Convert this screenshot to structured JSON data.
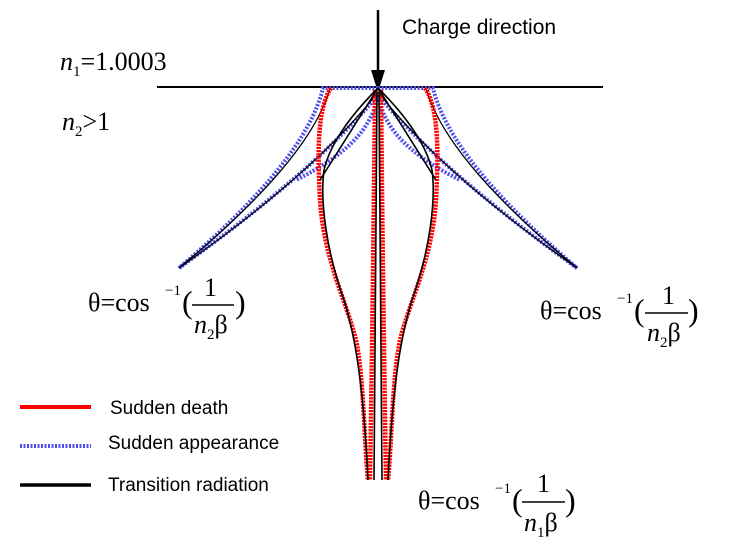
{
  "charge_direction_label": "Charge direction",
  "medium_1": {
    "symbol": "n",
    "subscript": "1",
    "relation": "=1.0003"
  },
  "medium_2": {
    "symbol": "n",
    "subscript": "2",
    "relation": ">1"
  },
  "angle_formula_medium_2": {
    "prefix": "θ=cos",
    "exponent": "−1",
    "open_paren": "(",
    "numerator": "1",
    "denominator_symbol": "n",
    "denominator_subscript": "2",
    "denominator_tail": "β",
    "close_paren": ")"
  },
  "angle_formula_medium_1": {
    "prefix": "θ=cos",
    "exponent": "−1",
    "open_paren": "(",
    "numerator": "1",
    "denominator_symbol": "n",
    "denominator_subscript": "1",
    "denominator_tail": "β",
    "close_paren": ")"
  },
  "legend": [
    {
      "label": "Sudden death",
      "color": "#ff0000",
      "style": "solid"
    },
    {
      "label": "Sudden appearance",
      "color": "#4c4cf0",
      "style": "dotted"
    },
    {
      "label": "Transition radiation",
      "color": "#000000",
      "style": "solid"
    }
  ]
}
